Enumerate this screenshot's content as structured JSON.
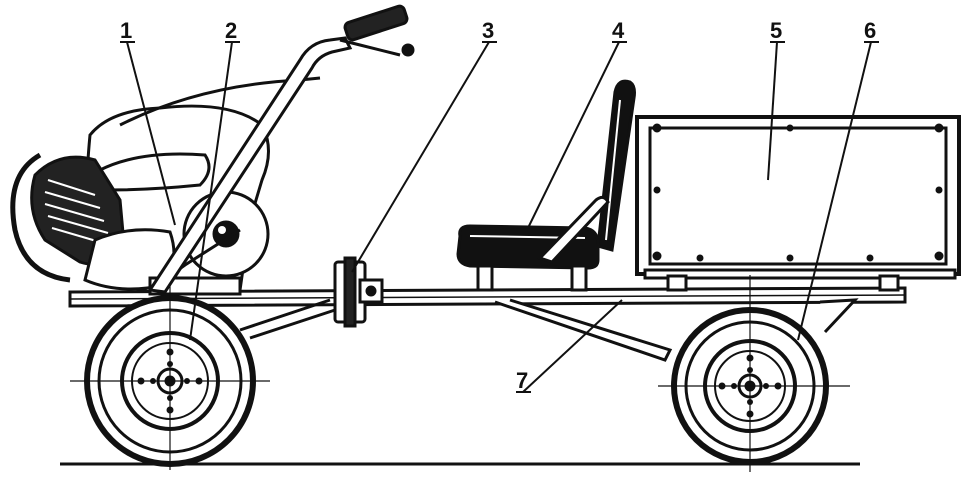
{
  "diagram": {
    "ink_color": "#111111",
    "paper_color": "#ffffff",
    "callouts": [
      {
        "label": "1",
        "target": "engine-unit"
      },
      {
        "label": "2",
        "target": "front-wheel"
      },
      {
        "label": "3",
        "target": "frame-coupling"
      },
      {
        "label": "4",
        "target": "seat"
      },
      {
        "label": "5",
        "target": "cargo-box"
      },
      {
        "label": "6",
        "target": "rear-wheel"
      },
      {
        "label": "7",
        "target": "frame-beam"
      }
    ]
  }
}
